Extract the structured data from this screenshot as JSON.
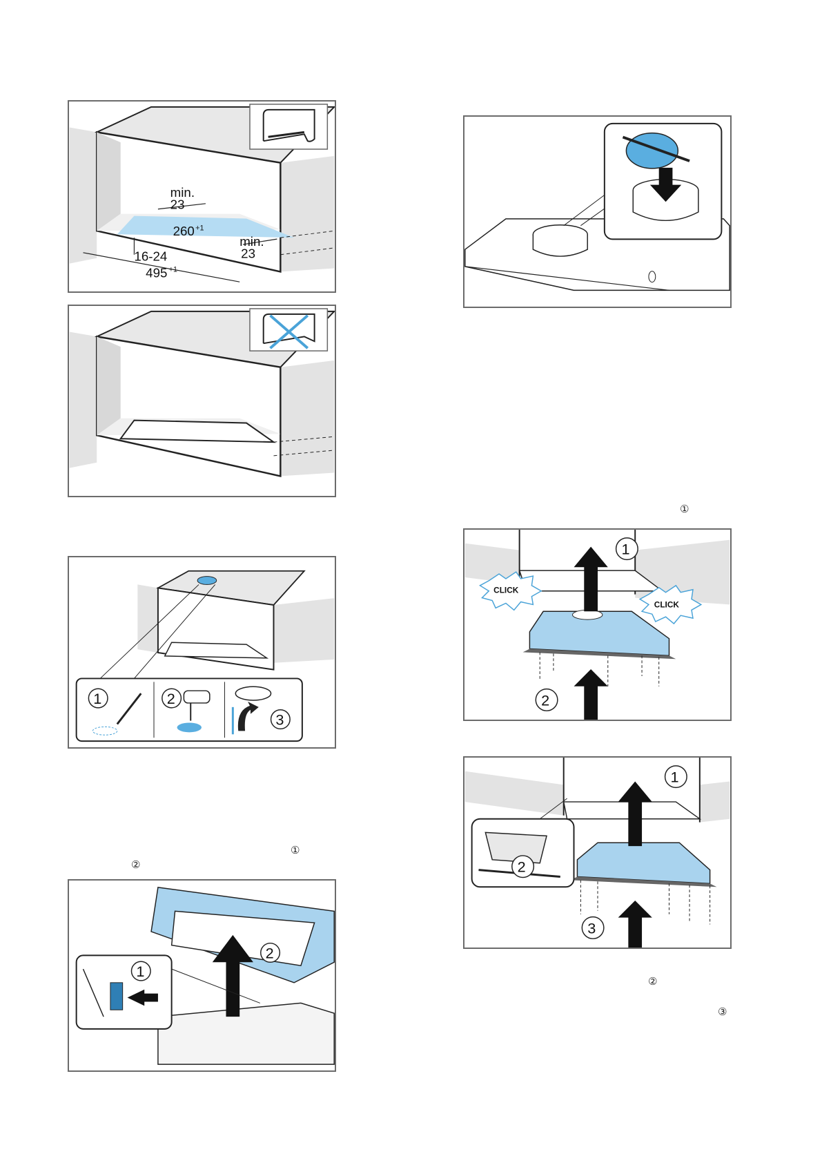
{
  "figure1": {
    "dim_min_top": "min.",
    "dim_23_top": "23",
    "dim_260": "260",
    "dim_260_sup": "+1",
    "dim_min_right": "min.",
    "dim_23_right": "23",
    "dim_16_24": "16-24",
    "dim_495": "495",
    "dim_495_sup": "+1",
    "tool_icon": "hacksaw-icon"
  },
  "figure2": {
    "tool_icon": "hacksaw-crossed-icon"
  },
  "figure3": {
    "step1": "1",
    "step2": "2",
    "step3": "3",
    "icons": [
      "pencil-icon",
      "jigsaw-icon",
      "cutout-lid-icon"
    ]
  },
  "figure4": {
    "step1": "1",
    "step2": "2"
  },
  "figure5": {
    "icon": "air-flap-icon"
  },
  "figure6": {
    "step1": "1",
    "step2": "2",
    "click_left": "CLICK",
    "click_right": "CLICK"
  },
  "figure7": {
    "step1": "1",
    "step2": "2",
    "step3": "3"
  },
  "markers": {
    "left_m1": "①",
    "left_m2": "②",
    "right_m1": "①",
    "right_m2": "②",
    "right_m3": "③"
  },
  "colors": {
    "accent_blue": "#a9d3ee",
    "frame_gray": "#6b6b6b",
    "wall_gray": "#e6e6e6"
  }
}
